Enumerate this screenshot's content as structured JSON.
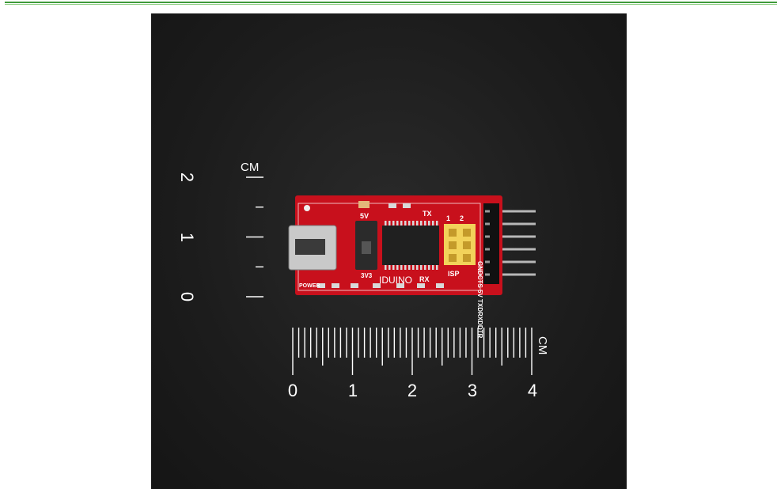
{
  "ruler_vertical": {
    "unit": "CM",
    "numbers": [
      "0",
      "1",
      "2"
    ]
  },
  "ruler_horizontal": {
    "unit": "CM",
    "numbers": [
      "0",
      "1",
      "2",
      "3",
      "4"
    ]
  },
  "board": {
    "label_5v": "5V",
    "label_tx": "TX",
    "label_1": "1",
    "label_2": "2",
    "label_3v3": "3V3",
    "label_brand": "IDUINO",
    "label_rx": "RX",
    "label_isp": "ISP",
    "label_power": "POWER",
    "label_pins": "GNDCTS 5V TXDRXDDTR"
  },
  "colors": {
    "background": "#1c1c1c",
    "pcb_red": "#c8101c",
    "header_yellow": "#f2d25a",
    "top_rule": "#3f9a3a"
  }
}
